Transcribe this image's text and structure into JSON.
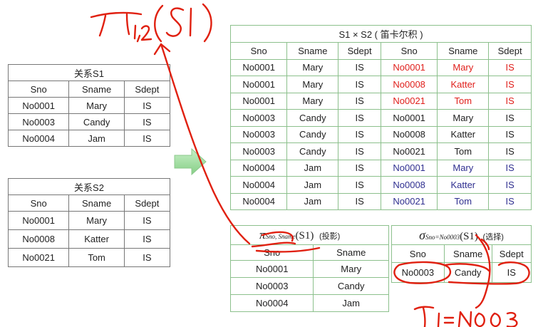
{
  "s1": {
    "caption": "关系S1",
    "headers": [
      "Sno",
      "Sname",
      "Sdept"
    ],
    "rows": [
      [
        "No0001",
        "Mary",
        "IS"
      ],
      [
        "No0003",
        "Candy",
        "IS"
      ],
      [
        "No0004",
        "Jam",
        "IS"
      ]
    ]
  },
  "s2": {
    "caption": "关系S2",
    "headers": [
      "Sno",
      "Sname",
      "Sdept"
    ],
    "rows": [
      [
        "No0001",
        "Mary",
        "IS"
      ],
      [
        "No0008",
        "Katter",
        "IS"
      ],
      [
        "No0021",
        "Tom",
        "IS"
      ]
    ]
  },
  "product": {
    "caption": "S1 × S2 ( 笛卡尔积 )",
    "headers": [
      "Sno",
      "Sname",
      "Sdept",
      "Sno",
      "Sname",
      "Sdept"
    ],
    "rows": [
      [
        "No0001",
        "Mary",
        "IS",
        "No0001",
        "Mary",
        "IS"
      ],
      [
        "No0001",
        "Mary",
        "IS",
        "No0008",
        "Katter",
        "IS"
      ],
      [
        "No0001",
        "Mary",
        "IS",
        "No0021",
        "Tom",
        "IS"
      ],
      [
        "No0003",
        "Candy",
        "IS",
        "No0001",
        "Mary",
        "IS"
      ],
      [
        "No0003",
        "Candy",
        "IS",
        "No0008",
        "Katter",
        "IS"
      ],
      [
        "No0003",
        "Candy",
        "IS",
        "No0021",
        "Tom",
        "IS"
      ],
      [
        "No0004",
        "Jam",
        "IS",
        "No0001",
        "Mary",
        "IS"
      ],
      [
        "No0004",
        "Jam",
        "IS",
        "No0008",
        "Katter",
        "IS"
      ],
      [
        "No0004",
        "Jam",
        "IS",
        "No0021",
        "Tom",
        "IS"
      ]
    ]
  },
  "projection": {
    "symbol": "π",
    "subscript": "Sno, Sname",
    "arg": "(S1)",
    "label": "(投影)",
    "headers": [
      "Sno",
      "Sname"
    ],
    "rows": [
      [
        "No0001",
        "Mary"
      ],
      [
        "No0003",
        "Candy"
      ],
      [
        "No0004",
        "Jam"
      ]
    ]
  },
  "selection": {
    "symbol": "σ",
    "subscript": "Sno=No0003",
    "arg": "(S1)",
    "label": "(选择)",
    "headers": [
      "Sno",
      "Sname",
      "Sdept"
    ],
    "rows": [
      [
        "No0003",
        "Candy",
        "IS"
      ]
    ]
  },
  "colors": {
    "highlight_red": "#e0201c",
    "highlight_blue": "#303090",
    "ink": "#e02010",
    "table_green": "#6aaa6a",
    "arrow_green": "#9fd99f"
  }
}
